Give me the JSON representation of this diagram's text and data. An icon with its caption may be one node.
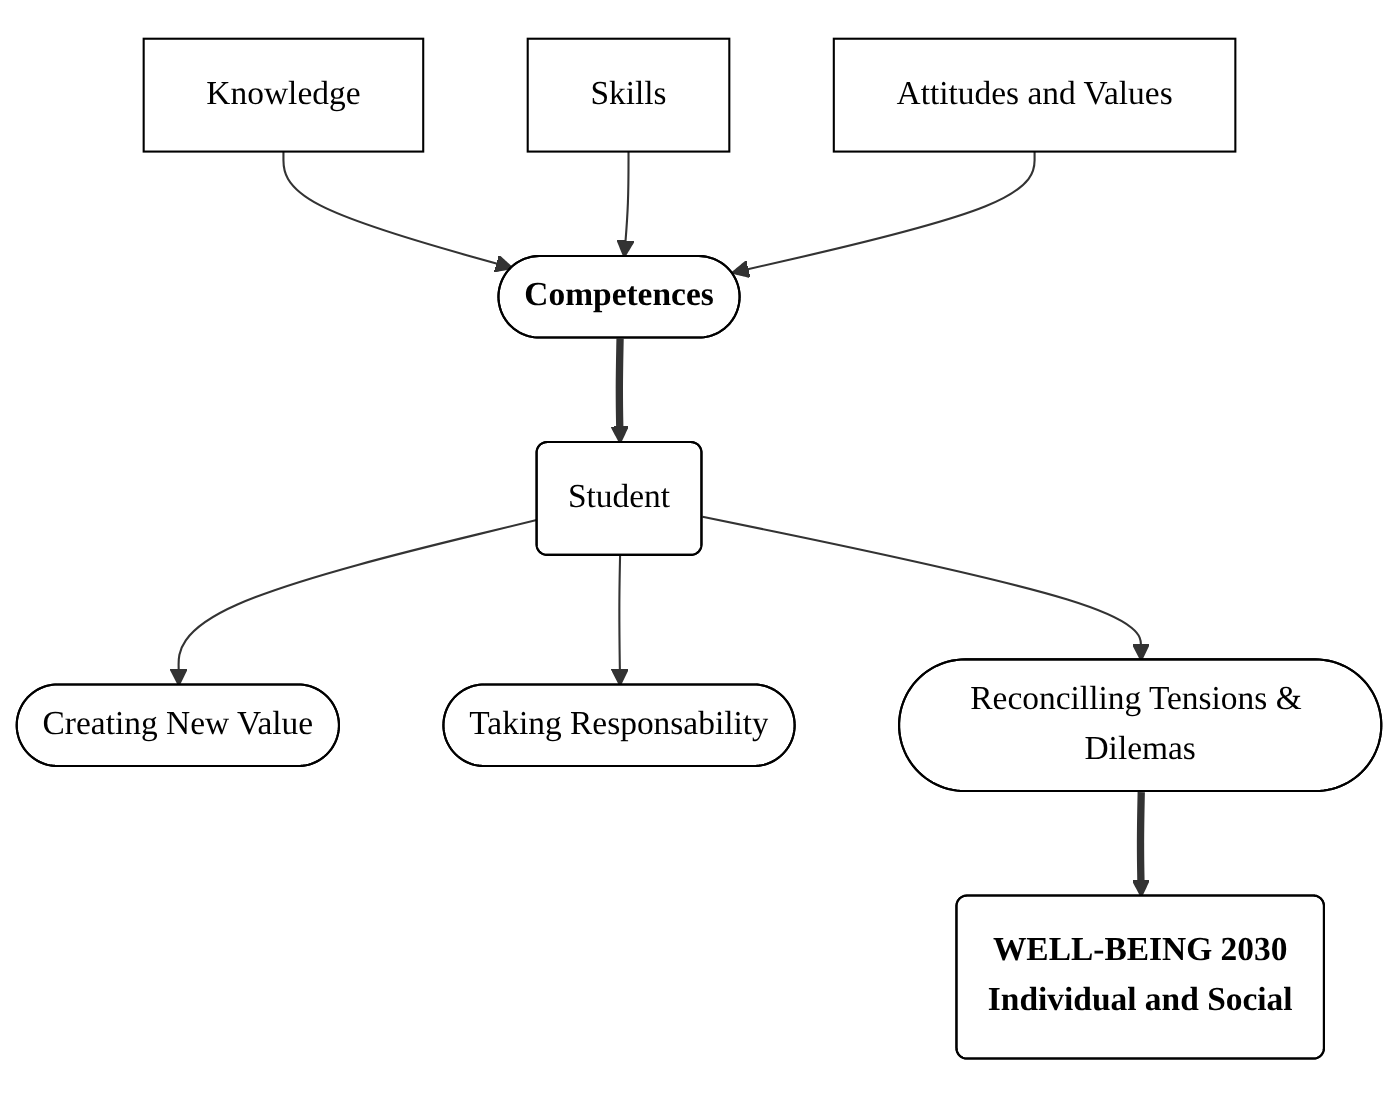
{
  "diagram": {
    "nodes": [
      {
        "text": [
          "Knowledge"
        ]
      },
      {
        "text": [
          "Skills"
        ]
      },
      {
        "text": [
          "Attitudes and Values"
        ]
      },
      {
        "text": [
          "Competences"
        ]
      },
      {
        "text": [
          "Student"
        ]
      },
      {
        "text": [
          "Creating New Value"
        ]
      },
      {
        "text": [
          "Taking Responsability"
        ]
      },
      {
        "text": [
          "Reconcilling Tensions & Dilemas"
        ]
      },
      {
        "text": [
          "WELL-BEING 2030",
          "Individual and Social"
        ]
      }
    ],
    "edges": [
      {
        "from": 0,
        "to": 3,
        "arrow": "to"
      },
      {
        "from": 1,
        "to": 3,
        "arrow": "to"
      },
      {
        "from": 2,
        "to": 3,
        "arrow": "to"
      },
      {
        "from": 3,
        "to": 4,
        "arrow": "to",
        "style": "thick"
      },
      {
        "from": 4,
        "to": 5,
        "arrow": "to"
      },
      {
        "from": 4,
        "to": 6,
        "arrow": "to"
      },
      {
        "from": 4,
        "to": 7,
        "arrow": "to"
      },
      {
        "from": 7,
        "to": 8,
        "arrow": "to",
        "style": "thick"
      }
    ]
  }
}
